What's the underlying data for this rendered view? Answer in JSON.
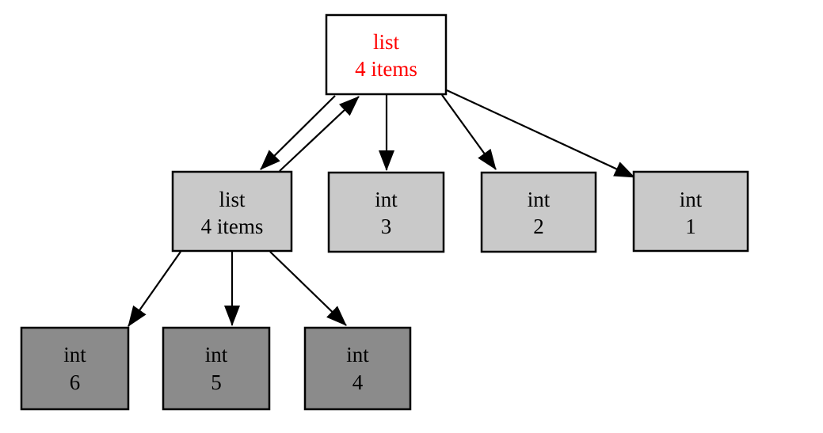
{
  "diagram": {
    "kind": "object-reference-graph",
    "colors": {
      "background": "#ffffff",
      "node_border": "#000000",
      "edge": "#000000",
      "root_fill": "#ffffff",
      "root_text": "#ff0000",
      "light_fill": "#c9c9c9",
      "dark_fill": "#8b8b8b",
      "default_text": "#000000"
    },
    "nodes": [
      {
        "id": "list-root",
        "type": "list",
        "value": "4 items",
        "fill": "#ffffff",
        "text_color": "#ff0000"
      },
      {
        "id": "list-child",
        "type": "list",
        "value": "4 items",
        "fill": "#c9c9c9",
        "text_color": "#000000"
      },
      {
        "id": "int-3",
        "type": "int",
        "value": "3",
        "fill": "#c9c9c9",
        "text_color": "#000000"
      },
      {
        "id": "int-2",
        "type": "int",
        "value": "2",
        "fill": "#c9c9c9",
        "text_color": "#000000"
      },
      {
        "id": "int-1",
        "type": "int",
        "value": "1",
        "fill": "#c9c9c9",
        "text_color": "#000000"
      },
      {
        "id": "int-6",
        "type": "int",
        "value": "6",
        "fill": "#8b8b8b",
        "text_color": "#000000"
      },
      {
        "id": "int-5",
        "type": "int",
        "value": "5",
        "fill": "#8b8b8b",
        "text_color": "#000000"
      },
      {
        "id": "int-4",
        "type": "int",
        "value": "4",
        "fill": "#8b8b8b",
        "text_color": "#000000"
      }
    ],
    "edges": [
      {
        "from": "list-root",
        "to": "list-child"
      },
      {
        "from": "list-child",
        "to": "list-root"
      },
      {
        "from": "list-root",
        "to": "int-3"
      },
      {
        "from": "list-root",
        "to": "int-2"
      },
      {
        "from": "list-root",
        "to": "int-1"
      },
      {
        "from": "list-child",
        "to": "int-6"
      },
      {
        "from": "list-child",
        "to": "int-5"
      },
      {
        "from": "list-child",
        "to": "int-4"
      }
    ]
  }
}
